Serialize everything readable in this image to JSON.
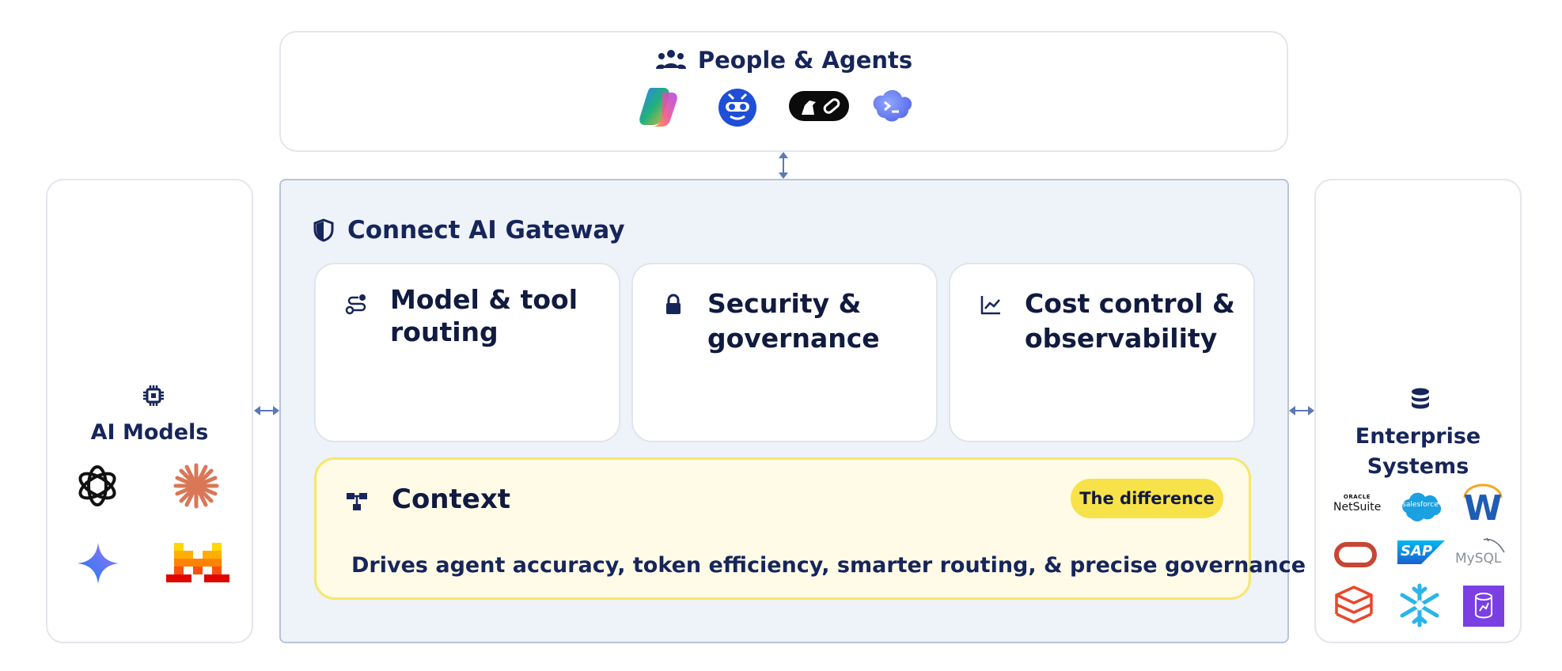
{
  "people": {
    "title": "People & Agents",
    "icon": "people-group-icon",
    "logos": [
      "copilot-logo",
      "robot-agent-logo",
      "bird-link-logo",
      "terminal-cloud-logo"
    ]
  },
  "gateway": {
    "title": "Connect AI Gateway",
    "icon": "shield-icon",
    "cards": [
      {
        "title": "Model & tool routing",
        "icon": "routing-icon"
      },
      {
        "title": "Security & governance",
        "icon": "lock-icon"
      },
      {
        "title": "Cost control & observability",
        "icon": "line-chart-icon"
      }
    ],
    "context": {
      "title": "Context",
      "icon": "hierarchy-icon",
      "badge": "The difference",
      "description": "Drives agent accuracy, token efficiency, smarter routing, & precise governance"
    }
  },
  "models": {
    "title": "AI Models",
    "icon": "chip-icon",
    "logos": [
      "openai-logo",
      "anthropic-logo",
      "gemini-logo",
      "mistral-logo"
    ]
  },
  "enterprise": {
    "title_line1": "Enterprise",
    "title_line2": "Systems",
    "icon": "database-icon",
    "logos": [
      {
        "name": "netsuite-logo",
        "text_top": "ORACLE",
        "text_main": "NetSuite"
      },
      {
        "name": "salesforce-logo",
        "text": "salesforce"
      },
      {
        "name": "workday-logo",
        "text": "W"
      },
      {
        "name": "oracle-logo"
      },
      {
        "name": "sap-logo",
        "text": "SAP"
      },
      {
        "name": "mysql-logo",
        "text": "MySQL"
      },
      {
        "name": "databricks-logo"
      },
      {
        "name": "snowflake-logo"
      },
      {
        "name": "database-app-logo"
      }
    ]
  },
  "colors": {
    "navy": "#16255a",
    "gateway_bg": "#eef2f9",
    "context_bg": "#fffbe7",
    "context_border": "#f6e76a",
    "badge": "#f8e24a",
    "arrow": "#5b77b8"
  }
}
